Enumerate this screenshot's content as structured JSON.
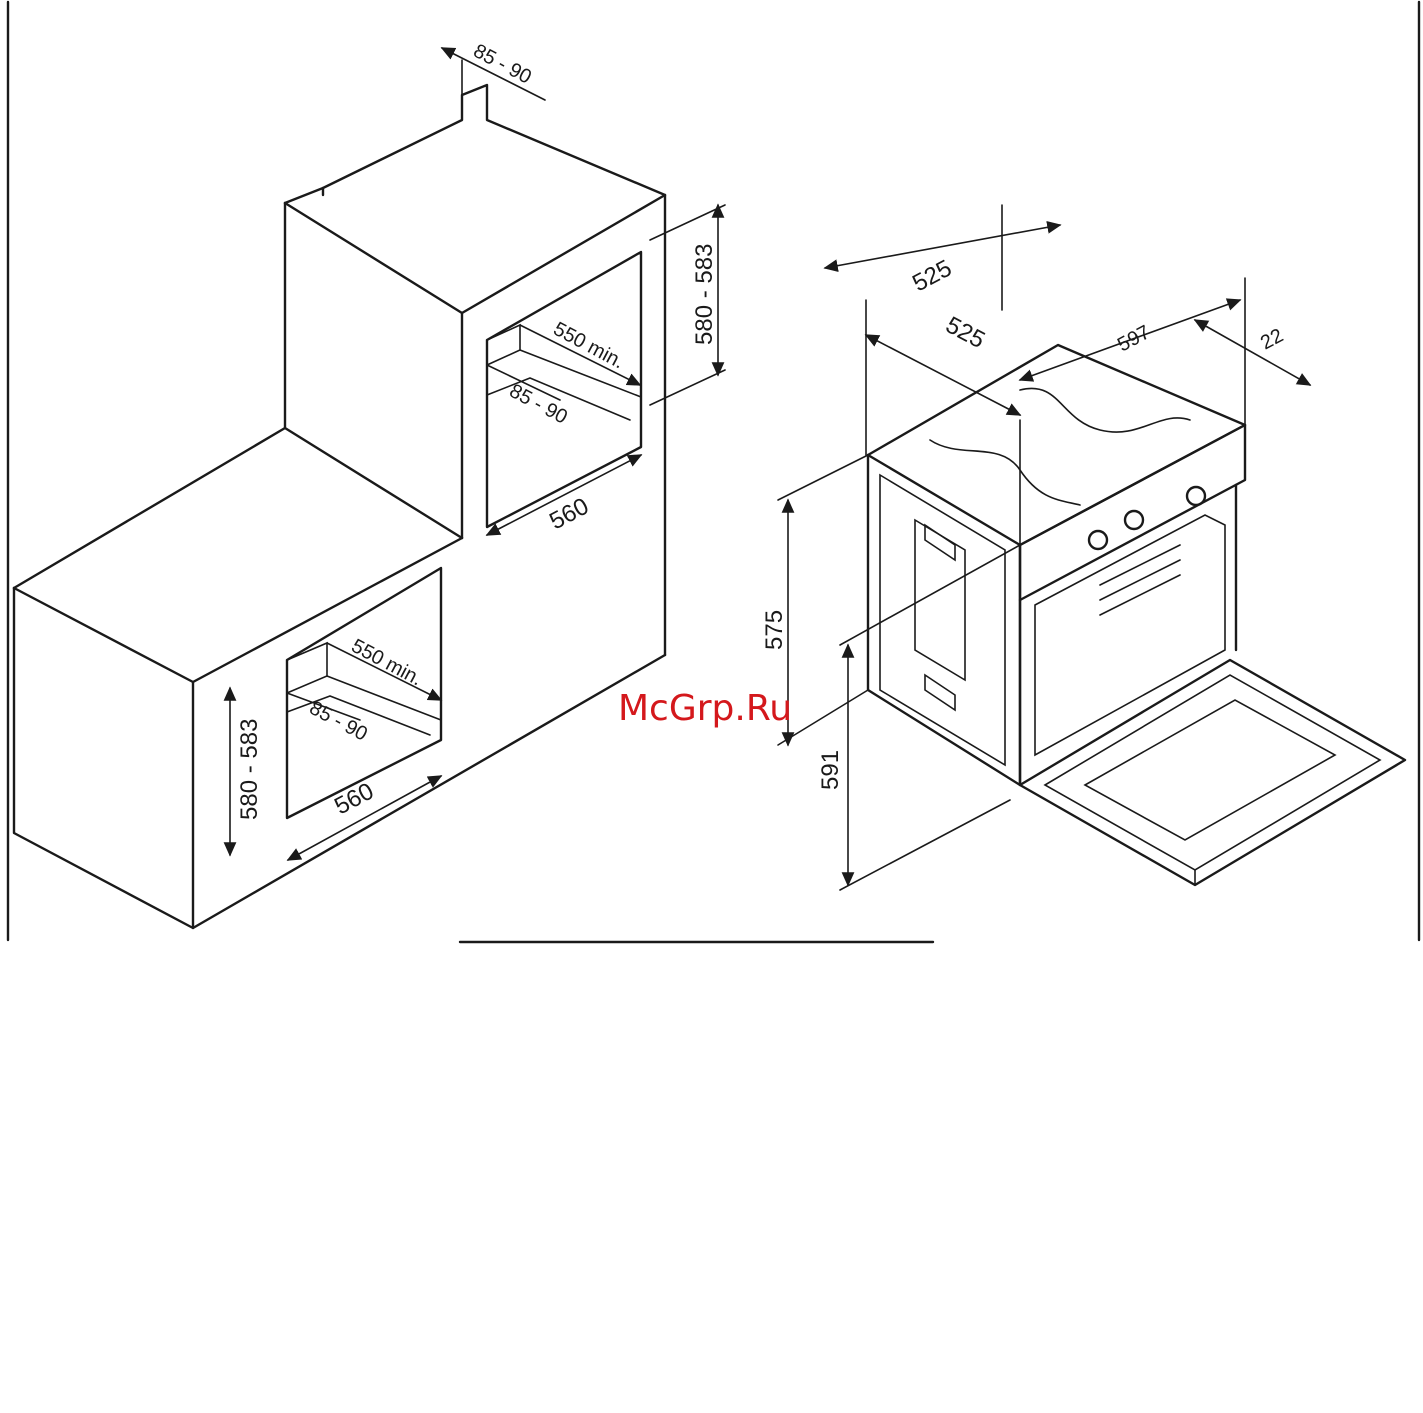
{
  "watermark": "McGrp.Ru",
  "cabinet_labels": {
    "top_vent": "85 - 90",
    "upper_height": "580 - 583",
    "upper_depth": "550 min.",
    "upper_vent": "85 - 90",
    "upper_width": "560",
    "lower_height": "580 - 583",
    "lower_depth": "550 min.",
    "lower_vent": "85 - 90",
    "lower_width": "560"
  },
  "oven_labels": {
    "depth_top": "525",
    "depth_body": "525",
    "width": "597",
    "panel_thickness": "22",
    "body_height": "575",
    "front_height": "591"
  },
  "colors": {
    "line": "#1a1a1a",
    "watermark": "#d4181c"
  }
}
